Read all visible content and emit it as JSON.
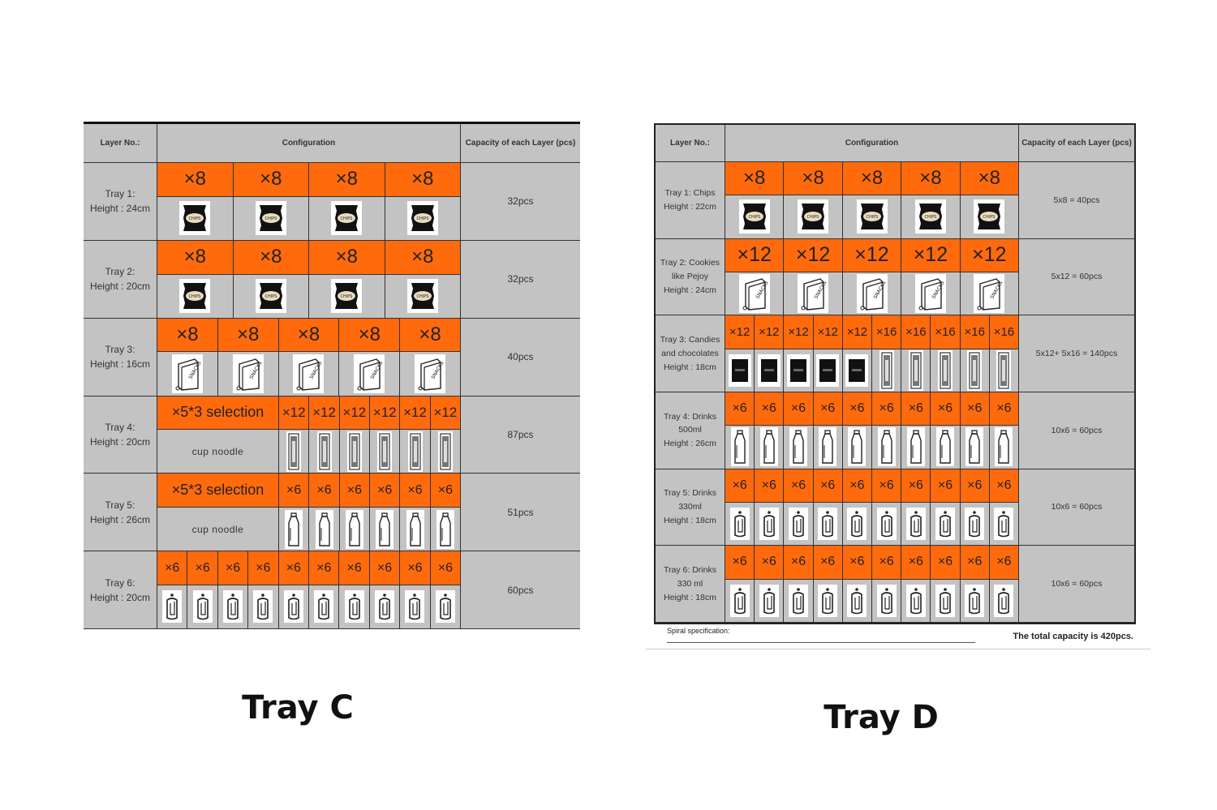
{
  "trays": [
    {
      "id": "C",
      "caption": "Tray C",
      "headers": {
        "layer": "Layer No.:",
        "config": "Configuration",
        "capacity": "Capacity of each Layer (pcs)"
      },
      "rows": [
        {
          "label": "Tray 1:\nHeight : 24cm",
          "capacity": "32pcs",
          "slots": [
            {
              "count": "×8",
              "icon": "chips"
            },
            {
              "count": "×8",
              "icon": "chips"
            },
            {
              "count": "×8",
              "icon": "chips"
            },
            {
              "count": "×8",
              "icon": "chips"
            }
          ]
        },
        {
          "label": "Tray 2:\nHeight : 20cm",
          "capacity": "32pcs",
          "slots": [
            {
              "count": "×8",
              "icon": "chips"
            },
            {
              "count": "×8",
              "icon": "chips"
            },
            {
              "count": "×8",
              "icon": "chips"
            },
            {
              "count": "×8",
              "icon": "chips"
            }
          ]
        },
        {
          "label": "Tray 3:\nHeight : 16cm",
          "capacity": "40pcs",
          "slots": [
            {
              "count": "×8",
              "icon": "snack-box"
            },
            {
              "count": "×8",
              "icon": "snack-box"
            },
            {
              "count": "×8",
              "icon": "snack-box"
            },
            {
              "count": "×8",
              "icon": "snack-box"
            },
            {
              "count": "×8",
              "icon": "snack-box"
            }
          ]
        },
        {
          "label": "Tray 4:\nHeight : 20cm",
          "capacity": "87pcs",
          "slots": [
            {
              "count": "×5*3 selection",
              "icon": "cup-noodle",
              "text": "cup noodle"
            },
            {
              "count": "×12",
              "icon": "choco-bar"
            },
            {
              "count": "×12",
              "icon": "choco-bar"
            },
            {
              "count": "×12",
              "icon": "choco-bar"
            },
            {
              "count": "×12",
              "icon": "choco-bar"
            },
            {
              "count": "×12",
              "icon": "choco-bar"
            },
            {
              "count": "×12",
              "icon": "choco-bar"
            }
          ]
        },
        {
          "label": "Tray 5:\nHeight : 26cm",
          "capacity": "51pcs",
          "slots": [
            {
              "count": "×5*3 selection",
              "icon": "cup-noodle",
              "text": "cup noodle"
            },
            {
              "count": "×6",
              "icon": "bottle"
            },
            {
              "count": "×6",
              "icon": "bottle"
            },
            {
              "count": "×6",
              "icon": "bottle"
            },
            {
              "count": "×6",
              "icon": "bottle"
            },
            {
              "count": "×6",
              "icon": "bottle"
            },
            {
              "count": "×6",
              "icon": "bottle"
            }
          ]
        },
        {
          "label": "Tray 6:\nHeight : 20cm",
          "capacity": "60pcs",
          "slots": [
            {
              "count": "×6",
              "icon": "can"
            },
            {
              "count": "×6",
              "icon": "can"
            },
            {
              "count": "×6",
              "icon": "can"
            },
            {
              "count": "×6",
              "icon": "can"
            },
            {
              "count": "×6",
              "icon": "can"
            },
            {
              "count": "×6",
              "icon": "can"
            },
            {
              "count": "×6",
              "icon": "can"
            },
            {
              "count": "×6",
              "icon": "can"
            },
            {
              "count": "×6",
              "icon": "can"
            },
            {
              "count": "×6",
              "icon": "can"
            }
          ]
        }
      ]
    },
    {
      "id": "D",
      "caption": "Tray D",
      "headers": {
        "layer": "Layer No.:",
        "config": "Configuration",
        "capacity": "Capacity of each Layer (pcs)"
      },
      "rows": [
        {
          "label": "Tray 1: Chips\nHeight : 22cm",
          "capacity": "5x8 = 40pcs",
          "slots": [
            {
              "count": "×8",
              "icon": "chips"
            },
            {
              "count": "×8",
              "icon": "chips"
            },
            {
              "count": "×8",
              "icon": "chips"
            },
            {
              "count": "×8",
              "icon": "chips"
            },
            {
              "count": "×8",
              "icon": "chips"
            }
          ]
        },
        {
          "label": "Tray 2: Cookies\nlike Pejoy\nHeight : 24cm",
          "capacity": "5x12 = 60pcs",
          "slots": [
            {
              "count": "×12",
              "icon": "snack-box"
            },
            {
              "count": "×12",
              "icon": "snack-box"
            },
            {
              "count": "×12",
              "icon": "snack-box"
            },
            {
              "count": "×12",
              "icon": "snack-box"
            },
            {
              "count": "×12",
              "icon": "snack-box"
            }
          ]
        },
        {
          "label": "Tray 3: Candies\nand chocolates\nHeight : 18cm",
          "capacity": "5x12+ 5x16 = 140pcs",
          "slots": [
            {
              "count": "×12",
              "icon": "candy"
            },
            {
              "count": "×12",
              "icon": "candy"
            },
            {
              "count": "×12",
              "icon": "candy"
            },
            {
              "count": "×12",
              "icon": "candy"
            },
            {
              "count": "×12",
              "icon": "candy"
            },
            {
              "count": "×16",
              "icon": "choco-bar"
            },
            {
              "count": "×16",
              "icon": "choco-bar"
            },
            {
              "count": "×16",
              "icon": "choco-bar"
            },
            {
              "count": "×16",
              "icon": "choco-bar"
            },
            {
              "count": "×16",
              "icon": "choco-bar"
            }
          ]
        },
        {
          "label": "Tray 4: Drinks\n500ml\nHeight : 26cm",
          "capacity": "10x6 = 60pcs",
          "slots": [
            {
              "count": "×6",
              "icon": "bottle"
            },
            {
              "count": "×6",
              "icon": "bottle"
            },
            {
              "count": "×6",
              "icon": "bottle"
            },
            {
              "count": "×6",
              "icon": "bottle"
            },
            {
              "count": "×6",
              "icon": "bottle"
            },
            {
              "count": "×6",
              "icon": "bottle"
            },
            {
              "count": "×6",
              "icon": "bottle"
            },
            {
              "count": "×6",
              "icon": "bottle"
            },
            {
              "count": "×6",
              "icon": "bottle"
            },
            {
              "count": "×6",
              "icon": "bottle"
            }
          ]
        },
        {
          "label": "Tray 5: Drinks\n330ml\nHeight : 18cm",
          "capacity": "10x6 = 60pcs",
          "slots": [
            {
              "count": "×6",
              "icon": "can"
            },
            {
              "count": "×6",
              "icon": "can"
            },
            {
              "count": "×6",
              "icon": "can"
            },
            {
              "count": "×6",
              "icon": "can"
            },
            {
              "count": "×6",
              "icon": "can"
            },
            {
              "count": "×6",
              "icon": "can"
            },
            {
              "count": "×6",
              "icon": "can"
            },
            {
              "count": "×6",
              "icon": "can"
            },
            {
              "count": "×6",
              "icon": "can"
            },
            {
              "count": "×6",
              "icon": "can"
            }
          ]
        },
        {
          "label": "Tray 6: Drinks\n330 ml\nHeight : 18cm",
          "capacity": "10x6 = 60pcs",
          "slots": [
            {
              "count": "×6",
              "icon": "can"
            },
            {
              "count": "×6",
              "icon": "can"
            },
            {
              "count": "×6",
              "icon": "can"
            },
            {
              "count": "×6",
              "icon": "can"
            },
            {
              "count": "×6",
              "icon": "can"
            },
            {
              "count": "×6",
              "icon": "can"
            },
            {
              "count": "×6",
              "icon": "can"
            },
            {
              "count": "×6",
              "icon": "can"
            },
            {
              "count": "×6",
              "icon": "can"
            },
            {
              "count": "×6",
              "icon": "can"
            }
          ]
        }
      ],
      "footer": {
        "spiral_label": "Spiral specification:",
        "total": "The total capacity is 420pcs."
      }
    }
  ],
  "colors": {
    "orange": "#ff6a0d",
    "cell_gray": "#c3c3c3"
  }
}
